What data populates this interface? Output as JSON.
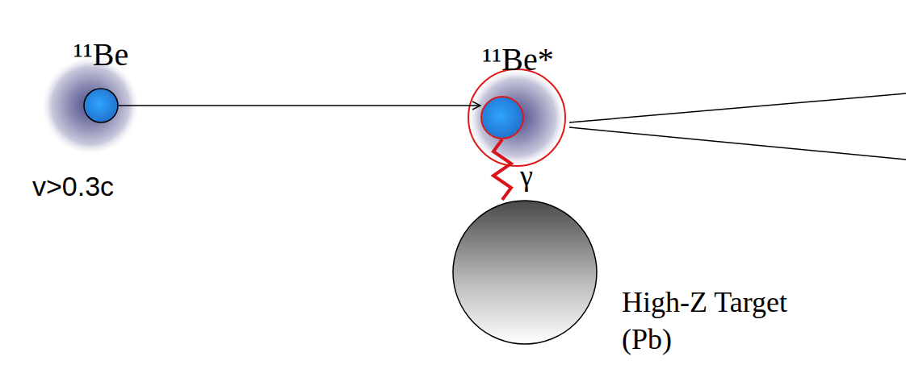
{
  "diagram": {
    "nodes": [
      {
        "text": [
          "¹¹Be"
        ]
      },
      {
        "text": [
          "¹¹Be*"
        ]
      },
      {
        "text": [
          "High-Z Target (Pb)"
        ]
      }
    ],
    "edges": [
      {
        "from": 0,
        "to": 1,
        "arrow": "to"
      },
      {
        "from": 1,
        "to": 2,
        "label": "γ",
        "arrow": "none"
      }
    ],
    "labels": [
      "v>0.3c"
    ]
  }
}
